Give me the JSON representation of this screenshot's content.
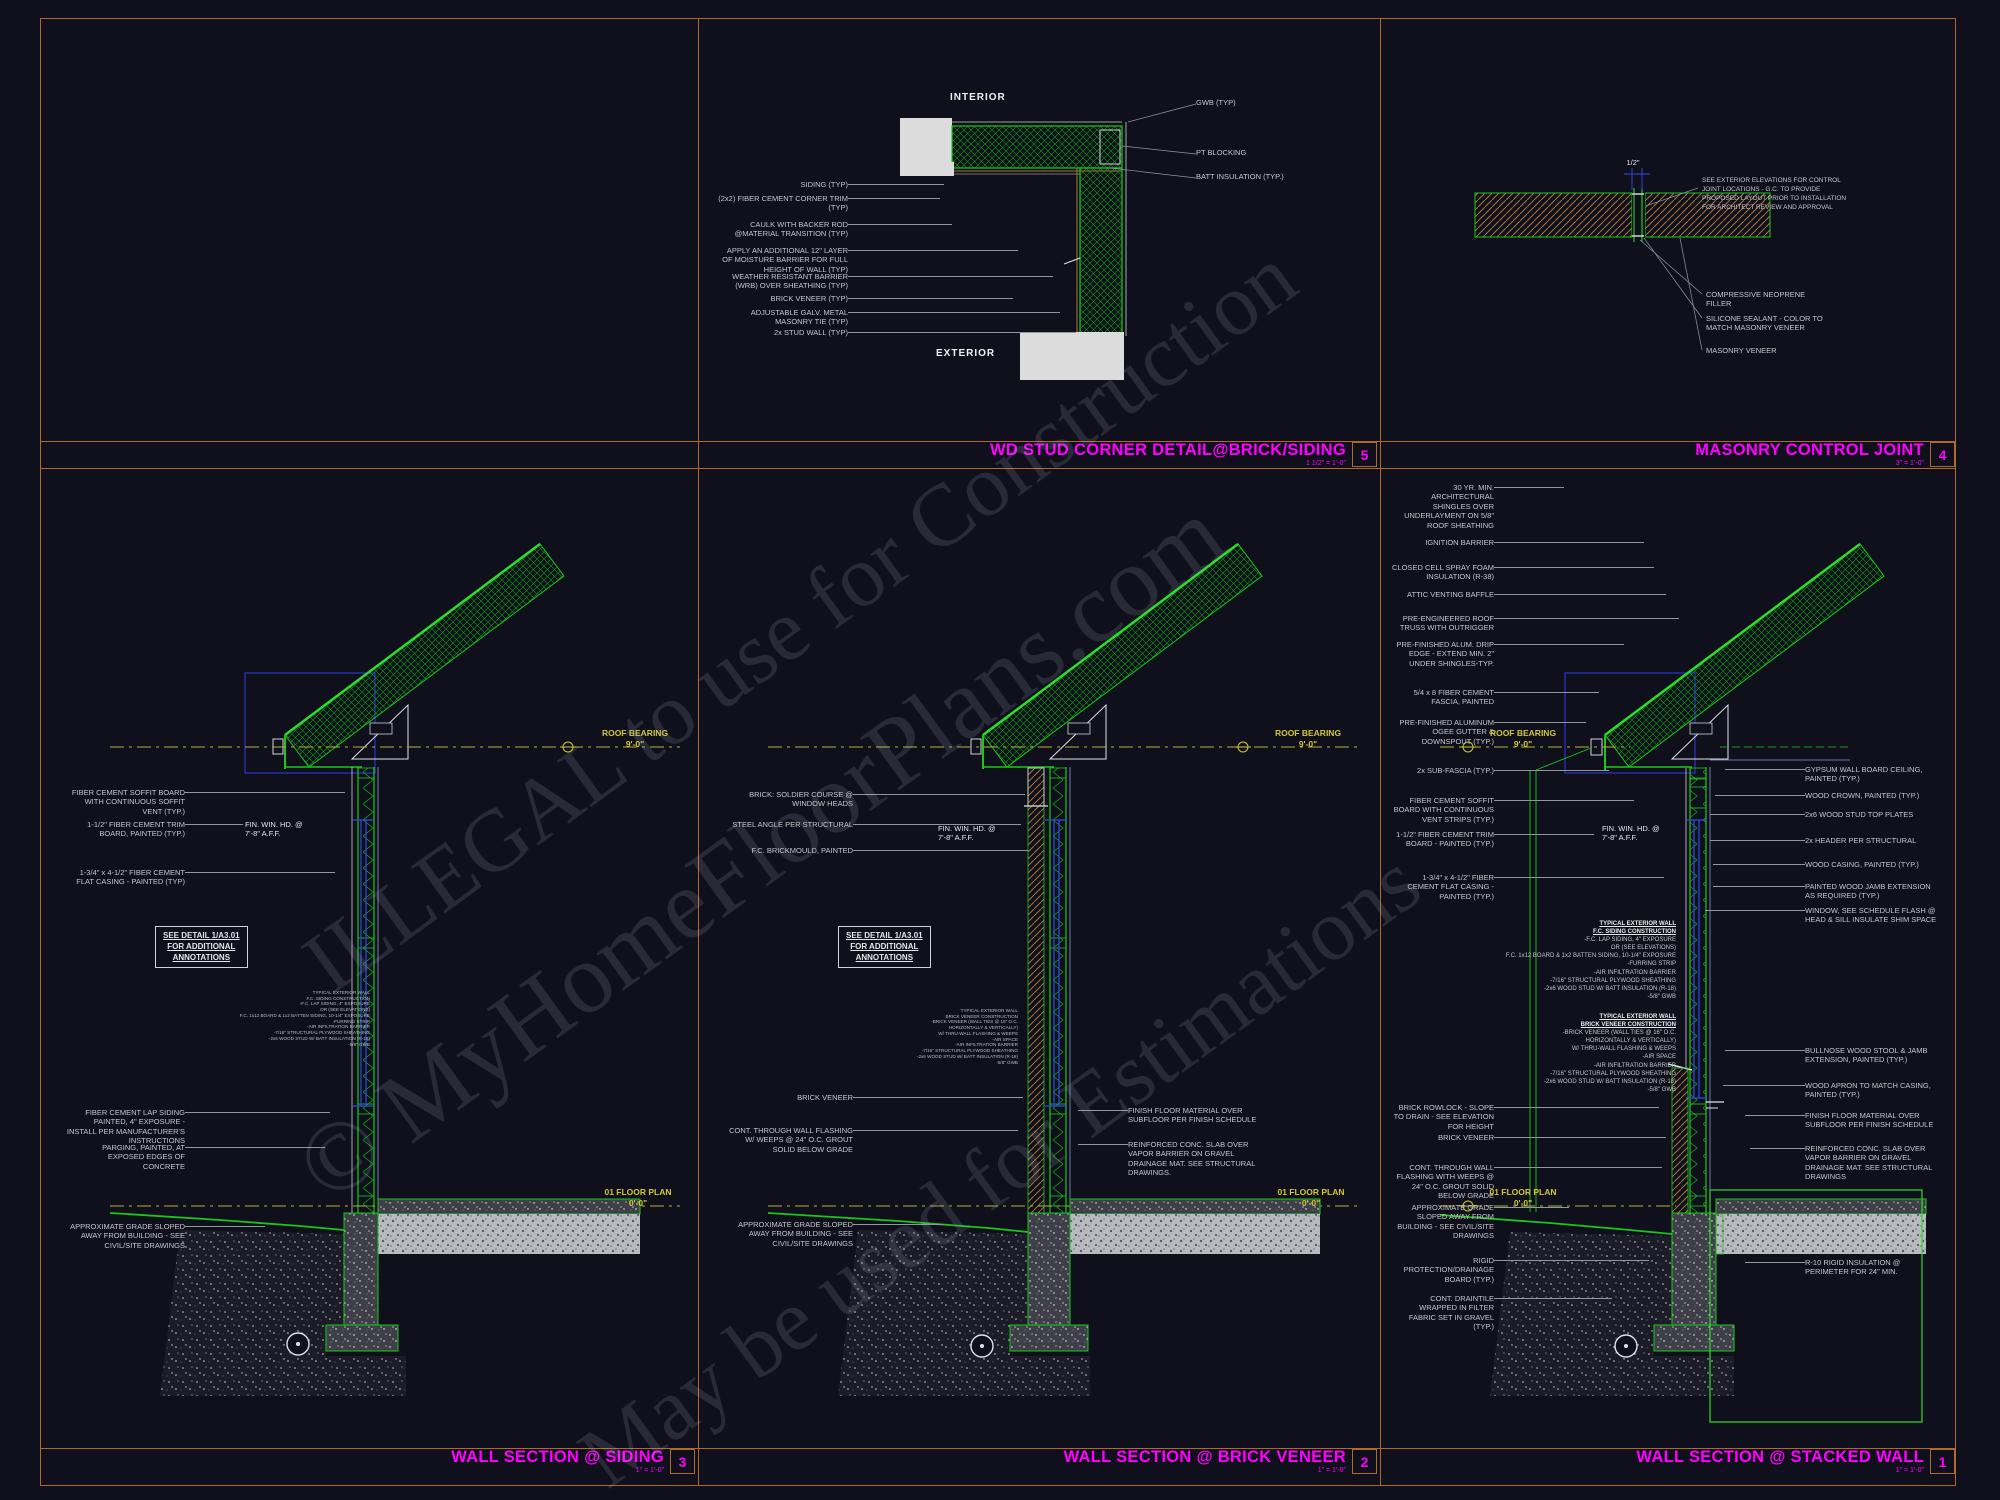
{
  "colors": {
    "bg": "#10101d",
    "border": "#b06a28",
    "title": "#ff00ff",
    "green": "#19c719",
    "yellow": "#cfc832",
    "blue": "#3448e8",
    "text": "#c4c8c9"
  },
  "watermark": {
    "lines": [
      "ILLEGAL to use for Construction",
      "© MyHomeFloorPlans.com",
      "May be used for Estimations"
    ]
  },
  "titles": {
    "d5": {
      "label": "WD STUD CORNER DETAIL@BRICK/SIDING",
      "scale": "1 1/2\" = 1'-0\"",
      "num": "5"
    },
    "d4": {
      "label": "MASONRY CONTROL JOINT",
      "scale": "3\" = 1'-0\"",
      "num": "4"
    },
    "s3": {
      "label": "WALL SECTION @ SIDING",
      "scale": "1\" = 1'-0\"",
      "num": "3"
    },
    "s2": {
      "label": "WALL SECTION @ BRICK VENEER",
      "scale": "1\" = 1'-0\"",
      "num": "2"
    },
    "s1": {
      "label": "WALL SECTION @ STACKED WALL",
      "scale": "1\" = 1'-0\"",
      "num": "1"
    }
  },
  "levels": {
    "roof": "ROOF BEARING",
    "roof_elev": "9'-0\"",
    "floor": "01 FLOOR PLAN",
    "floor_elev": "0'-0\""
  },
  "common": {
    "fin_win": "FIN. WIN. HD. @ 7'-8\" A.F.F."
  },
  "see_detail": [
    "SEE DETAIL 1/A3.01",
    "FOR ADDITIONAL",
    "ANNOTATIONS"
  ],
  "wall_specs": {
    "siding": [
      "TYPICAL EXTERIOR WALL",
      "F.C. SIDING CONSTRUCTION",
      "-F.C. LAP SIDING, 4\" EXPOSURE",
      "OR (SEE ELEVATIONS)",
      "F.C. 1x12 BOARD & 1x2 BATTEN SIDING, 10-1/4\" EXPOSURE",
      "-FURRING STRIP",
      "-AIR INFILTRATION BARRIER",
      "-7/16\" STRUCTURAL PLYWOOD SHEATHING",
      "-2x6 WOOD STUD W/ BATT INSULATION (R-18)",
      "-5/8\" GWB"
    ],
    "brick": [
      "TYPICAL EXTERIOR WALL",
      "BRICK VENEER CONSTRUCTION",
      "-BRICK VENEER (WALL TIES @ 16\" O.C.",
      "HORIZONTALLY & VERTICALLY)",
      "W/ THRU-WALL FLASHING & WEEPS",
      "-AIR SPACE",
      "-AIR INFILTRATION BARRIER",
      "-7/16\" STRUCTURAL PLYWOOD SHEATHING",
      "-2x6 WOOD STUD W/ BATT INSULATION (R-18)",
      "-5/8\" GWB"
    ]
  },
  "d5": {
    "interior": "INTERIOR",
    "exterior": "EXTERIOR",
    "left": [
      "SIDING (TYP)",
      "(2x2) FIBER CEMENT CORNER TRIM (TYP)",
      "CAULK WITH BACKER ROD @MATERIAL TRANSITION (TYP)",
      "APPLY AN ADDITIONAL 12\" LAYER OF MOISTURE BARRIER FOR FULL HEIGHT OF WALL (TYP)",
      "WEATHER RESISTANT BARRIER (WRB) OVER SHEATHING (TYP)",
      "BRICK VENEER (TYP)",
      "ADJUSTABLE GALV. METAL MASONRY TIE (TYP)",
      "2x STUD WALL (TYP)"
    ],
    "right": [
      "GWB (TYP)",
      "PT BLOCKING",
      "BATT INSULATION (TYP.)"
    ]
  },
  "d4": {
    "note": "SEE EXTERIOR ELEVATIONS FOR CONTROL JOINT LOCATIONS - G.C. TO PROVIDE PROPOSED LAYOUT PRIOR TO INSTALLATION FOR ARCHITECT REVIEW AND APPROVAL",
    "dim": "1/2\"",
    "labels": [
      "COMPRESSIVE NEOPRENE FILLER",
      "SILICONE SEALANT - COLOR TO MATCH MASONRY VENEER",
      "MASONRY VENEER"
    ]
  },
  "s3": {
    "left": [
      "FIBER CEMENT SOFFIT BOARD WITH CONTINUOUS SOFFIT VENT (TYP.)",
      "1-1/2\" FIBER CEMENT TRIM BOARD, PAINTED (TYP.)",
      "1-3/4\" x 4-1/2\" FIBER CEMENT FLAT CASING - PAINTED (TYP)",
      "FIBER CEMENT LAP SIDING PAINTED, 4\" EXPOSURE - INSTALL PER MANUFACTURER'S INSTRUCTIONS",
      "PARGING, PAINTED, AT EXPOSED EDGES OF CONCRETE",
      "APPROXIMATE GRADE SLOPED AWAY FROM BUILDING - SEE CIVIL/SITE DRAWINGS"
    ]
  },
  "s2": {
    "left": [
      "BRICK: SOLDIER COURSE @ WINDOW HEADS",
      "STEEL ANGLE PER STRUCTURAL",
      "F.C. BRICKMOULD, PAINTED",
      "BRICK VENEER",
      "CONT. THROUGH WALL FLASHING W/ WEEPS @ 24\" O.C. GROUT SOLID BELOW GRADE",
      "APPROXIMATE GRADE SLOPED AWAY FROM BUILDING - SEE CIVIL/SITE DRAWINGS"
    ],
    "right": [
      "FINISH FLOOR MATERIAL OVER SUBFLOOR PER FINISH SCHEDULE",
      "REINFORCED CONC. SLAB OVER VAPOR BARRIER ON GRAVEL DRAINAGE MAT. SEE STRUCTURAL DRAWINGS."
    ]
  },
  "s1": {
    "left": [
      "30 YR. MIN. ARCHITECTURAL SHINGLES OVER UNDERLAYMENT ON 5/8\" ROOF SHEATHING",
      "IGNITION BARRIER",
      "CLOSED CELL SPRAY FOAM INSULATION (R-38)",
      "ATTIC VENTING BAFFLE",
      "PRE-ENGINEERED ROOF TRUSS WITH OUTRIGGER",
      "PRE-FINISHED ALUM. DRIP EDGE - EXTEND MIN. 2\" UNDER SHINGLES-TYP.",
      "5/4 x 8 FIBER CEMENT FASCIA, PAINTED",
      "PRE-FINISHED ALUMINUM OGEE GUTTER & DOWNSPOUT (TYP.)",
      "2x SUB-FASCIA (TYP.)",
      "FIBER CEMENT SOFFIT BOARD WITH CONTINUOUS VENT STRIPS (TYP.)",
      "1-1/2\" FIBER CEMENT TRIM BOARD - PAINTED (TYP.)",
      "1-3/4\" x 4-1/2\" FIBER CEMENT FLAT CASING - PAINTED (TYP.)",
      "BRICK ROWLOCK - SLOPE TO DRAIN - SEE ELEVATION FOR HEIGHT",
      "BRICK VENEER",
      "CONT. THROUGH WALL FLASHING WITH WEEPS @ 24\" O.C. GROUT SOLID BELOW GRADE",
      "APPROXIMATE GRADE SLOPED AWAY FROM BUILDING - SEE CIVIL/SITE DRAWINGS",
      "RIGID PROTECTION/DRAINAGE BOARD (TYP.)",
      "CONT. DRAINTILE WRAPPED IN FILTER FABRIC SET IN GRAVEL (TYP.)"
    ],
    "right": [
      "GYPSUM WALL BOARD CEILING, PAINTED (TYP.)",
      "WOOD CROWN, PAINTED (TYP.)",
      "2x6 WOOD STUD TOP PLATES",
      "2x HEADER PER STRUCTURAL",
      "WOOD CASING, PAINTED (TYP.)",
      "PAINTED WOOD JAMB EXTENSION AS REQUIRED (TYP.)",
      "WINDOW, SEE SCHEDULE FLASH @ HEAD & SILL INSULATE SHIM SPACE",
      "BULLNOSE WOOD STOOL & JAMB EXTENSION, PAINTED (TYP.)",
      "WOOD APRON TO MATCH CASING, PAINTED (TYP.)",
      "FINISH FLOOR MATERIAL OVER SUBFLOOR PER FINISH SCHEDULE",
      "REINFORCED CONC. SLAB OVER VAPOR BARRIER ON GRAVEL DRAINAGE MAT. SEE STRUCTURAL DRAWINGS",
      "R-10 RIGID INSULATION @ PERIMETER FOR 24\" MIN."
    ]
  }
}
